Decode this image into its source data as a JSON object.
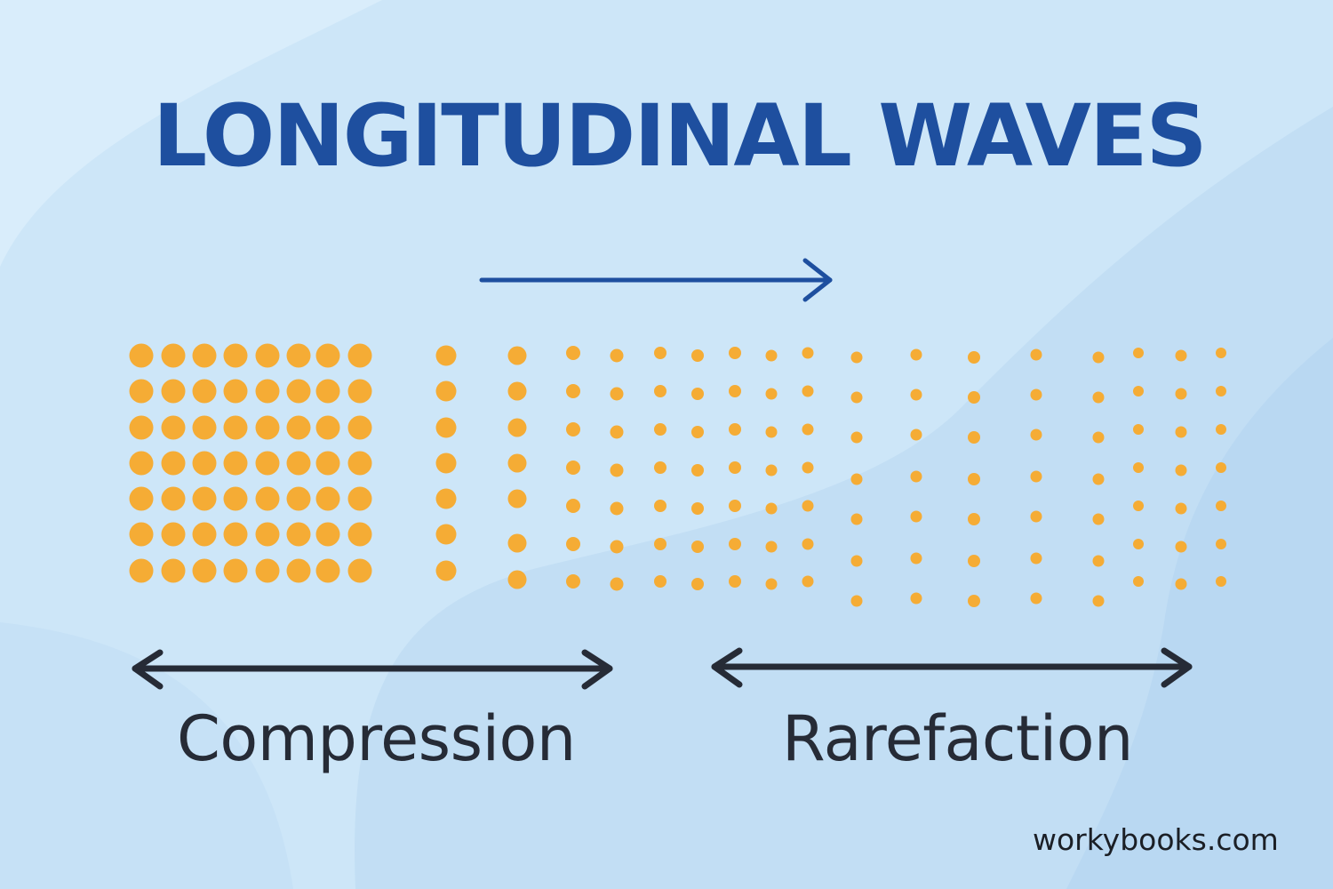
{
  "title": "LONGITUDINAL WAVES",
  "labels": {
    "compression": "Compression",
    "rarefaction": "Rarefaction"
  },
  "watermark": "workybooks.com",
  "colors": {
    "background": "#cde6f8",
    "title": "#1e4f9f",
    "particles": "#f5ac35",
    "direction_arrow": "#1e4f9f",
    "span_arrows": "#262b36",
    "label_text": "#262b36"
  },
  "icons": {
    "direction_arrow": "arrow-right-icon",
    "span_arrows": "double-headed-arrow-icon"
  }
}
